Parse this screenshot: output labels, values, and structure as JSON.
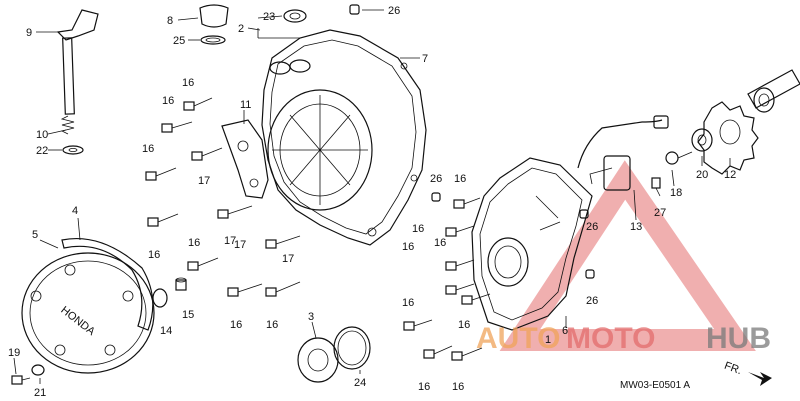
{
  "diagram": {
    "labels": [
      {
        "id": "l9",
        "text": "9"
      },
      {
        "id": "l10",
        "text": "10"
      },
      {
        "id": "l22",
        "text": "22"
      },
      {
        "id": "l8",
        "text": "8"
      },
      {
        "id": "l25",
        "text": "25"
      },
      {
        "id": "l2",
        "text": "2"
      },
      {
        "id": "l23",
        "text": "23"
      },
      {
        "id": "l26a",
        "text": "26"
      },
      {
        "id": "l7",
        "text": "7"
      },
      {
        "id": "l11",
        "text": "11"
      },
      {
        "id": "l16a",
        "text": "16"
      },
      {
        "id": "l16b",
        "text": "16"
      },
      {
        "id": "l16c",
        "text": "16"
      },
      {
        "id": "l17a",
        "text": "17"
      },
      {
        "id": "l17b",
        "text": "17"
      },
      {
        "id": "l17c",
        "text": "17"
      },
      {
        "id": "l17d",
        "text": "17"
      },
      {
        "id": "l16d",
        "text": "16"
      },
      {
        "id": "l16e",
        "text": "16"
      },
      {
        "id": "l4",
        "text": "4"
      },
      {
        "id": "l5",
        "text": "5"
      },
      {
        "id": "l14",
        "text": "14"
      },
      {
        "id": "l15",
        "text": "15"
      },
      {
        "id": "l16f",
        "text": "16"
      },
      {
        "id": "l16g",
        "text": "16"
      },
      {
        "id": "l3",
        "text": "3"
      },
      {
        "id": "l24",
        "text": "24"
      },
      {
        "id": "l19",
        "text": "19"
      },
      {
        "id": "l21",
        "text": "21"
      },
      {
        "id": "l26b",
        "text": "26"
      },
      {
        "id": "l16h",
        "text": "16"
      },
      {
        "id": "l16i",
        "text": "16"
      },
      {
        "id": "l16j",
        "text": "16"
      },
      {
        "id": "l16k",
        "text": "16"
      },
      {
        "id": "l16l",
        "text": "16"
      },
      {
        "id": "l16m",
        "text": "16"
      },
      {
        "id": "l16n",
        "text": "16"
      },
      {
        "id": "l26c",
        "text": "26"
      },
      {
        "id": "l26d",
        "text": "26"
      },
      {
        "id": "l1",
        "text": "1"
      },
      {
        "id": "l6",
        "text": "6"
      },
      {
        "id": "l13",
        "text": "13"
      },
      {
        "id": "l18",
        "text": "18"
      },
      {
        "id": "l27",
        "text": "27"
      },
      {
        "id": "l20",
        "text": "20"
      },
      {
        "id": "l12",
        "text": "12"
      },
      {
        "id": "l16o",
        "text": "16"
      }
    ],
    "cover_marking": "HONDA",
    "drawing_code": "MW03-E0501 A",
    "direction_label": "FR.",
    "watermark": {
      "part1": "AUTO",
      "part2": "MOTO",
      "part3": "HUB"
    },
    "colors": {
      "ink": "#111111",
      "watermark_orange": "#f0a35a",
      "watermark_red": "#e36d6d",
      "watermark_gray": "#7a7a7a"
    }
  }
}
